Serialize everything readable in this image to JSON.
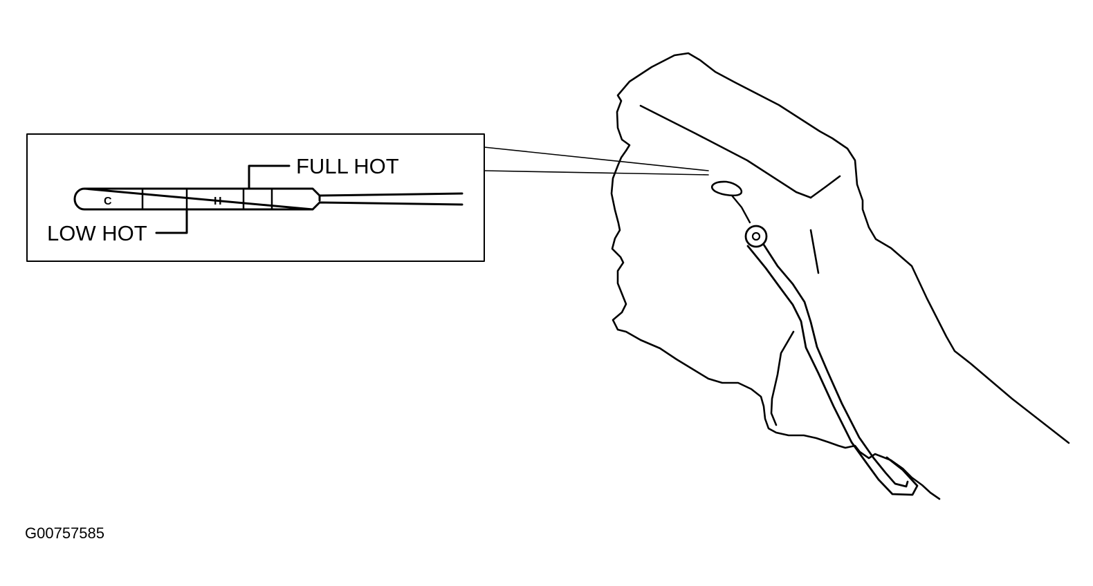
{
  "labels": {
    "full_hot": "FULL HOT",
    "low_hot": "LOW HOT",
    "figure_id": "G00757585"
  },
  "dipstick_marks": {
    "low_mark": "C",
    "high_mark": "H"
  },
  "colors": {
    "ink": "#000000",
    "background": "#ffffff"
  }
}
